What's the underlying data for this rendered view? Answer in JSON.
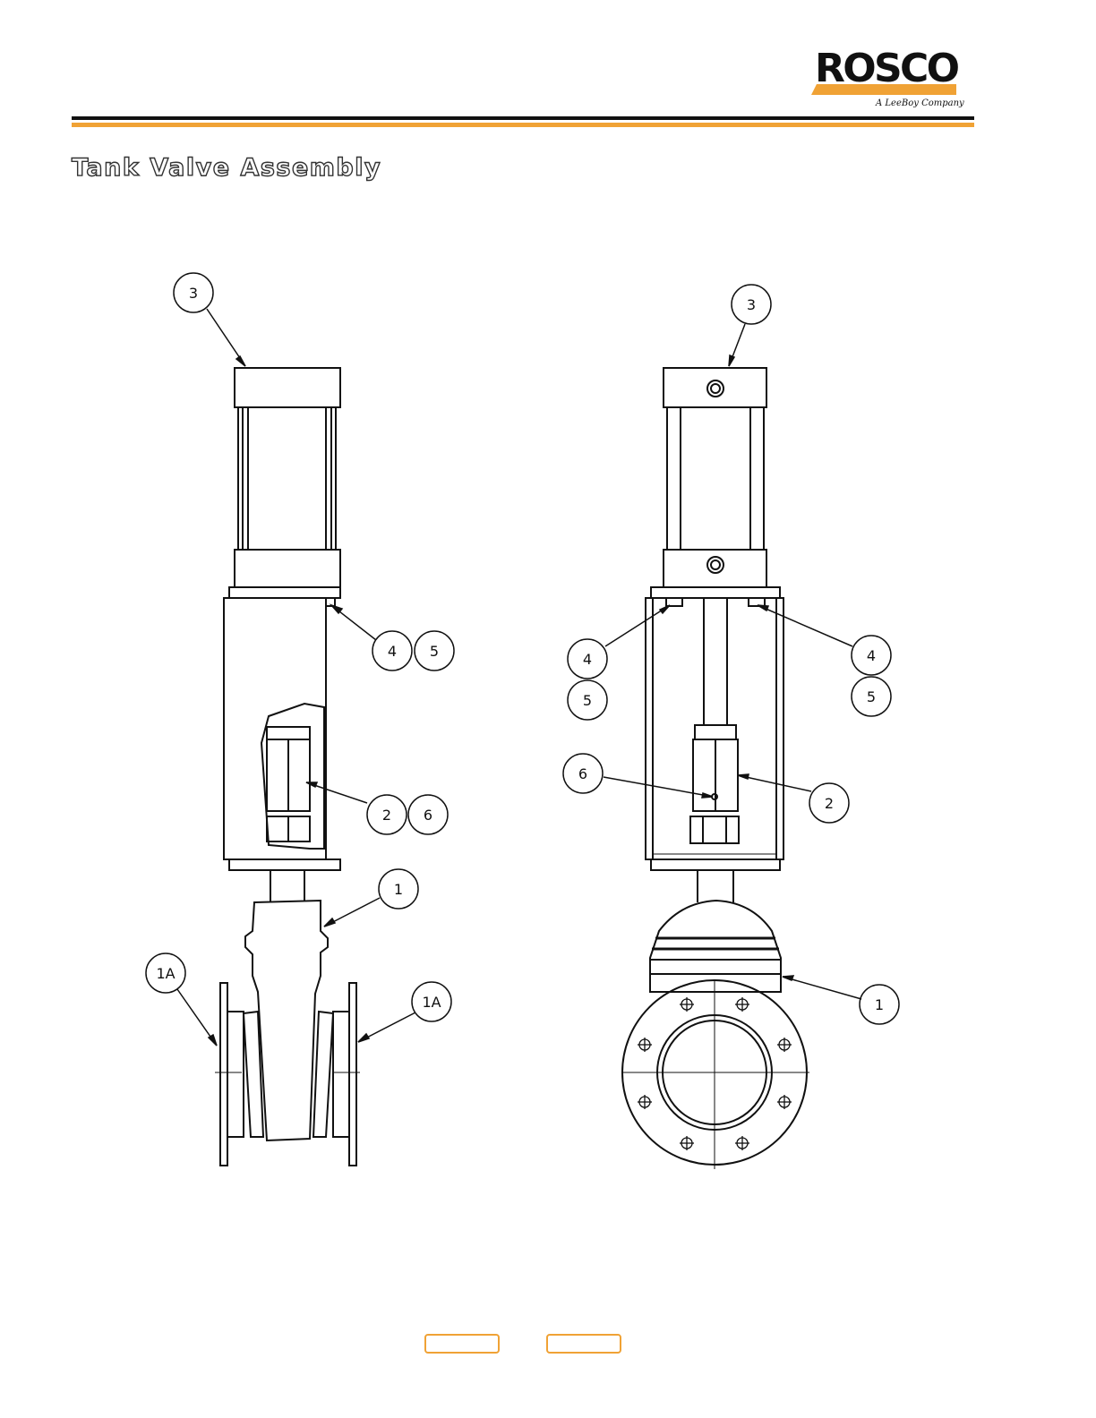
{
  "header": {
    "logo_text": "ROSCO",
    "logo_tagline": "A LeeBoy Company",
    "colors": {
      "rule_dark": "#111111",
      "rule_accent": "#f0a235",
      "button_border": "#f0a235"
    }
  },
  "page": {
    "title": "Tank Valve Assembly"
  },
  "callouts": {
    "left": [
      "3",
      "4",
      "5",
      "2",
      "6",
      "1",
      "1A",
      "1A"
    ],
    "right": [
      "3",
      "4",
      "5",
      "4",
      "5",
      "6",
      "2",
      "1"
    ]
  },
  "nav": {
    "prev_label": "",
    "next_label": ""
  }
}
